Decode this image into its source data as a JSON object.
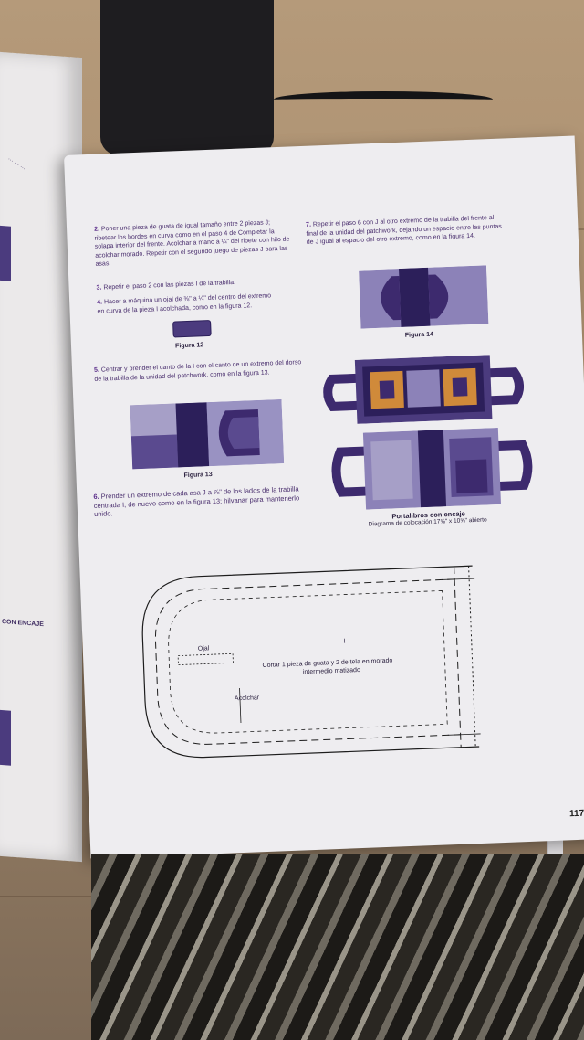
{
  "steps": {
    "s2": "Poner una pieza de guata de igual tamaño entre 2 piezas J; ribetear los bordes en curva como en el paso 4 de Completar la solapa interior del frente. Acolchar a mano a ¼\" del ribete con hilo de acolchar morado. Repetir con el segundo juego de piezas J para las asas.",
    "s2_num": "2.",
    "s3": "Repetir el paso 2 con las piezas I de la trabilla.",
    "s3_num": "3.",
    "s4": "Hacer a máquina un ojal de ⅜\" a ¼\" del centro del extremo en curva de la pieza I acolchada, como en la figura 12.",
    "s4_num": "4.",
    "s5": "Centrar y prender el canto de la I con el canto de un extremo del dorso de la trabilla de la unidad del patchwork, como en la figura 13.",
    "s5_num": "5.",
    "s6": "Prender un extremo de cada asa J a ⅞\" de los lados de la trabilla centrada I, de nuevo como en la figura 13; hilvanar para mantenerlo unido.",
    "s6_num": "6.",
    "s7": "Repetir el paso 6 con J al otro extremo de la trabilla del frente al final de la unidad del patchwork, dejando un espacio entre las puntas de J igual al espacio del otro extremo, como en la figura 14.",
    "s7_num": "7."
  },
  "figures": {
    "fig12": "Figura 12",
    "fig13": "Figura 13",
    "fig14": "Figura 14",
    "portalibros_title": "Portalibros con encaje",
    "portalibros_sub": "Diagrama de colocación 17⅝\" x 10⅝\" abierto"
  },
  "pattern": {
    "letter": "I",
    "ojal": "Ojal",
    "cut_line1": "Cortar 1 pieza de guata y 2 de tela en morado",
    "cut_line2": "intermedio matizado",
    "acolchar": "Acolchar"
  },
  "left_page": {
    "heading": "CON ENCAJE"
  },
  "page_number": "117",
  "colors": {
    "purple_dark": "#3d2a6e",
    "purple_mid": "#5a4a8f",
    "purple_light": "#8c82b8",
    "orange": "#d08a3a",
    "page": "#eeedf0"
  }
}
